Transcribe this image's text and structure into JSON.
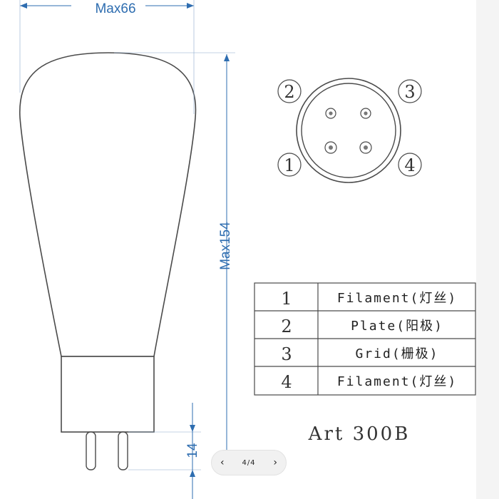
{
  "dimensions": {
    "width": "Max66",
    "height": "Max154",
    "pin_length": "14"
  },
  "socket": {
    "pin_markers": [
      "2",
      "3",
      "1",
      "4"
    ]
  },
  "pin_table": {
    "rows": [
      {
        "num": "1",
        "desc": "Filament(灯丝)"
      },
      {
        "num": "2",
        "desc": "Plate(阳极)"
      },
      {
        "num": "3",
        "desc": "Grid(栅极)"
      },
      {
        "num": "4",
        "desc": "Filament(灯丝)"
      }
    ]
  },
  "model_label": "Art 300B",
  "pager": {
    "prev_icon": "chevron-left-icon",
    "next_icon": "chevron-right-icon",
    "count": "4/4"
  },
  "colors": {
    "dimension": "#2e6db0",
    "outline": "#4a4a4a"
  }
}
